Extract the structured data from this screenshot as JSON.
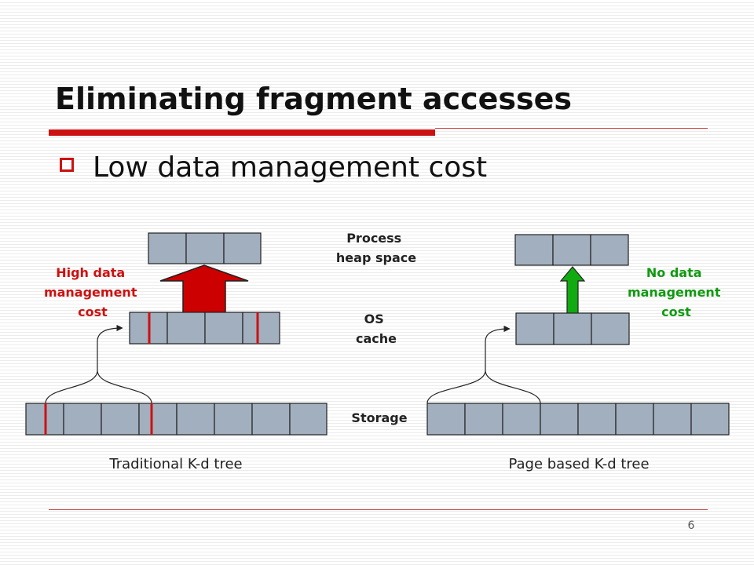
{
  "slide": {
    "title": "Eliminating fragment accesses",
    "bullet": "Low data management cost",
    "page_number": "6"
  },
  "diagram": {
    "layer_labels": {
      "process_heap": [
        "Process",
        "heap space"
      ],
      "os_cache": [
        "OS",
        "cache"
      ],
      "storage": "Storage"
    },
    "left": {
      "caption": "Traditional K-d tree",
      "cost_label": [
        "High data",
        "management",
        "cost"
      ],
      "cost_color": "#cc1111"
    },
    "right": {
      "caption": "Page based K-d tree",
      "cost_label": [
        "No data",
        "management",
        "cost"
      ],
      "cost_color": "#119911"
    },
    "colors": {
      "block_fill": "#a2afbe",
      "fragment_marker": "#cc1111",
      "arrow_red": "#cc0000",
      "arrow_green": "#11aa11"
    }
  }
}
